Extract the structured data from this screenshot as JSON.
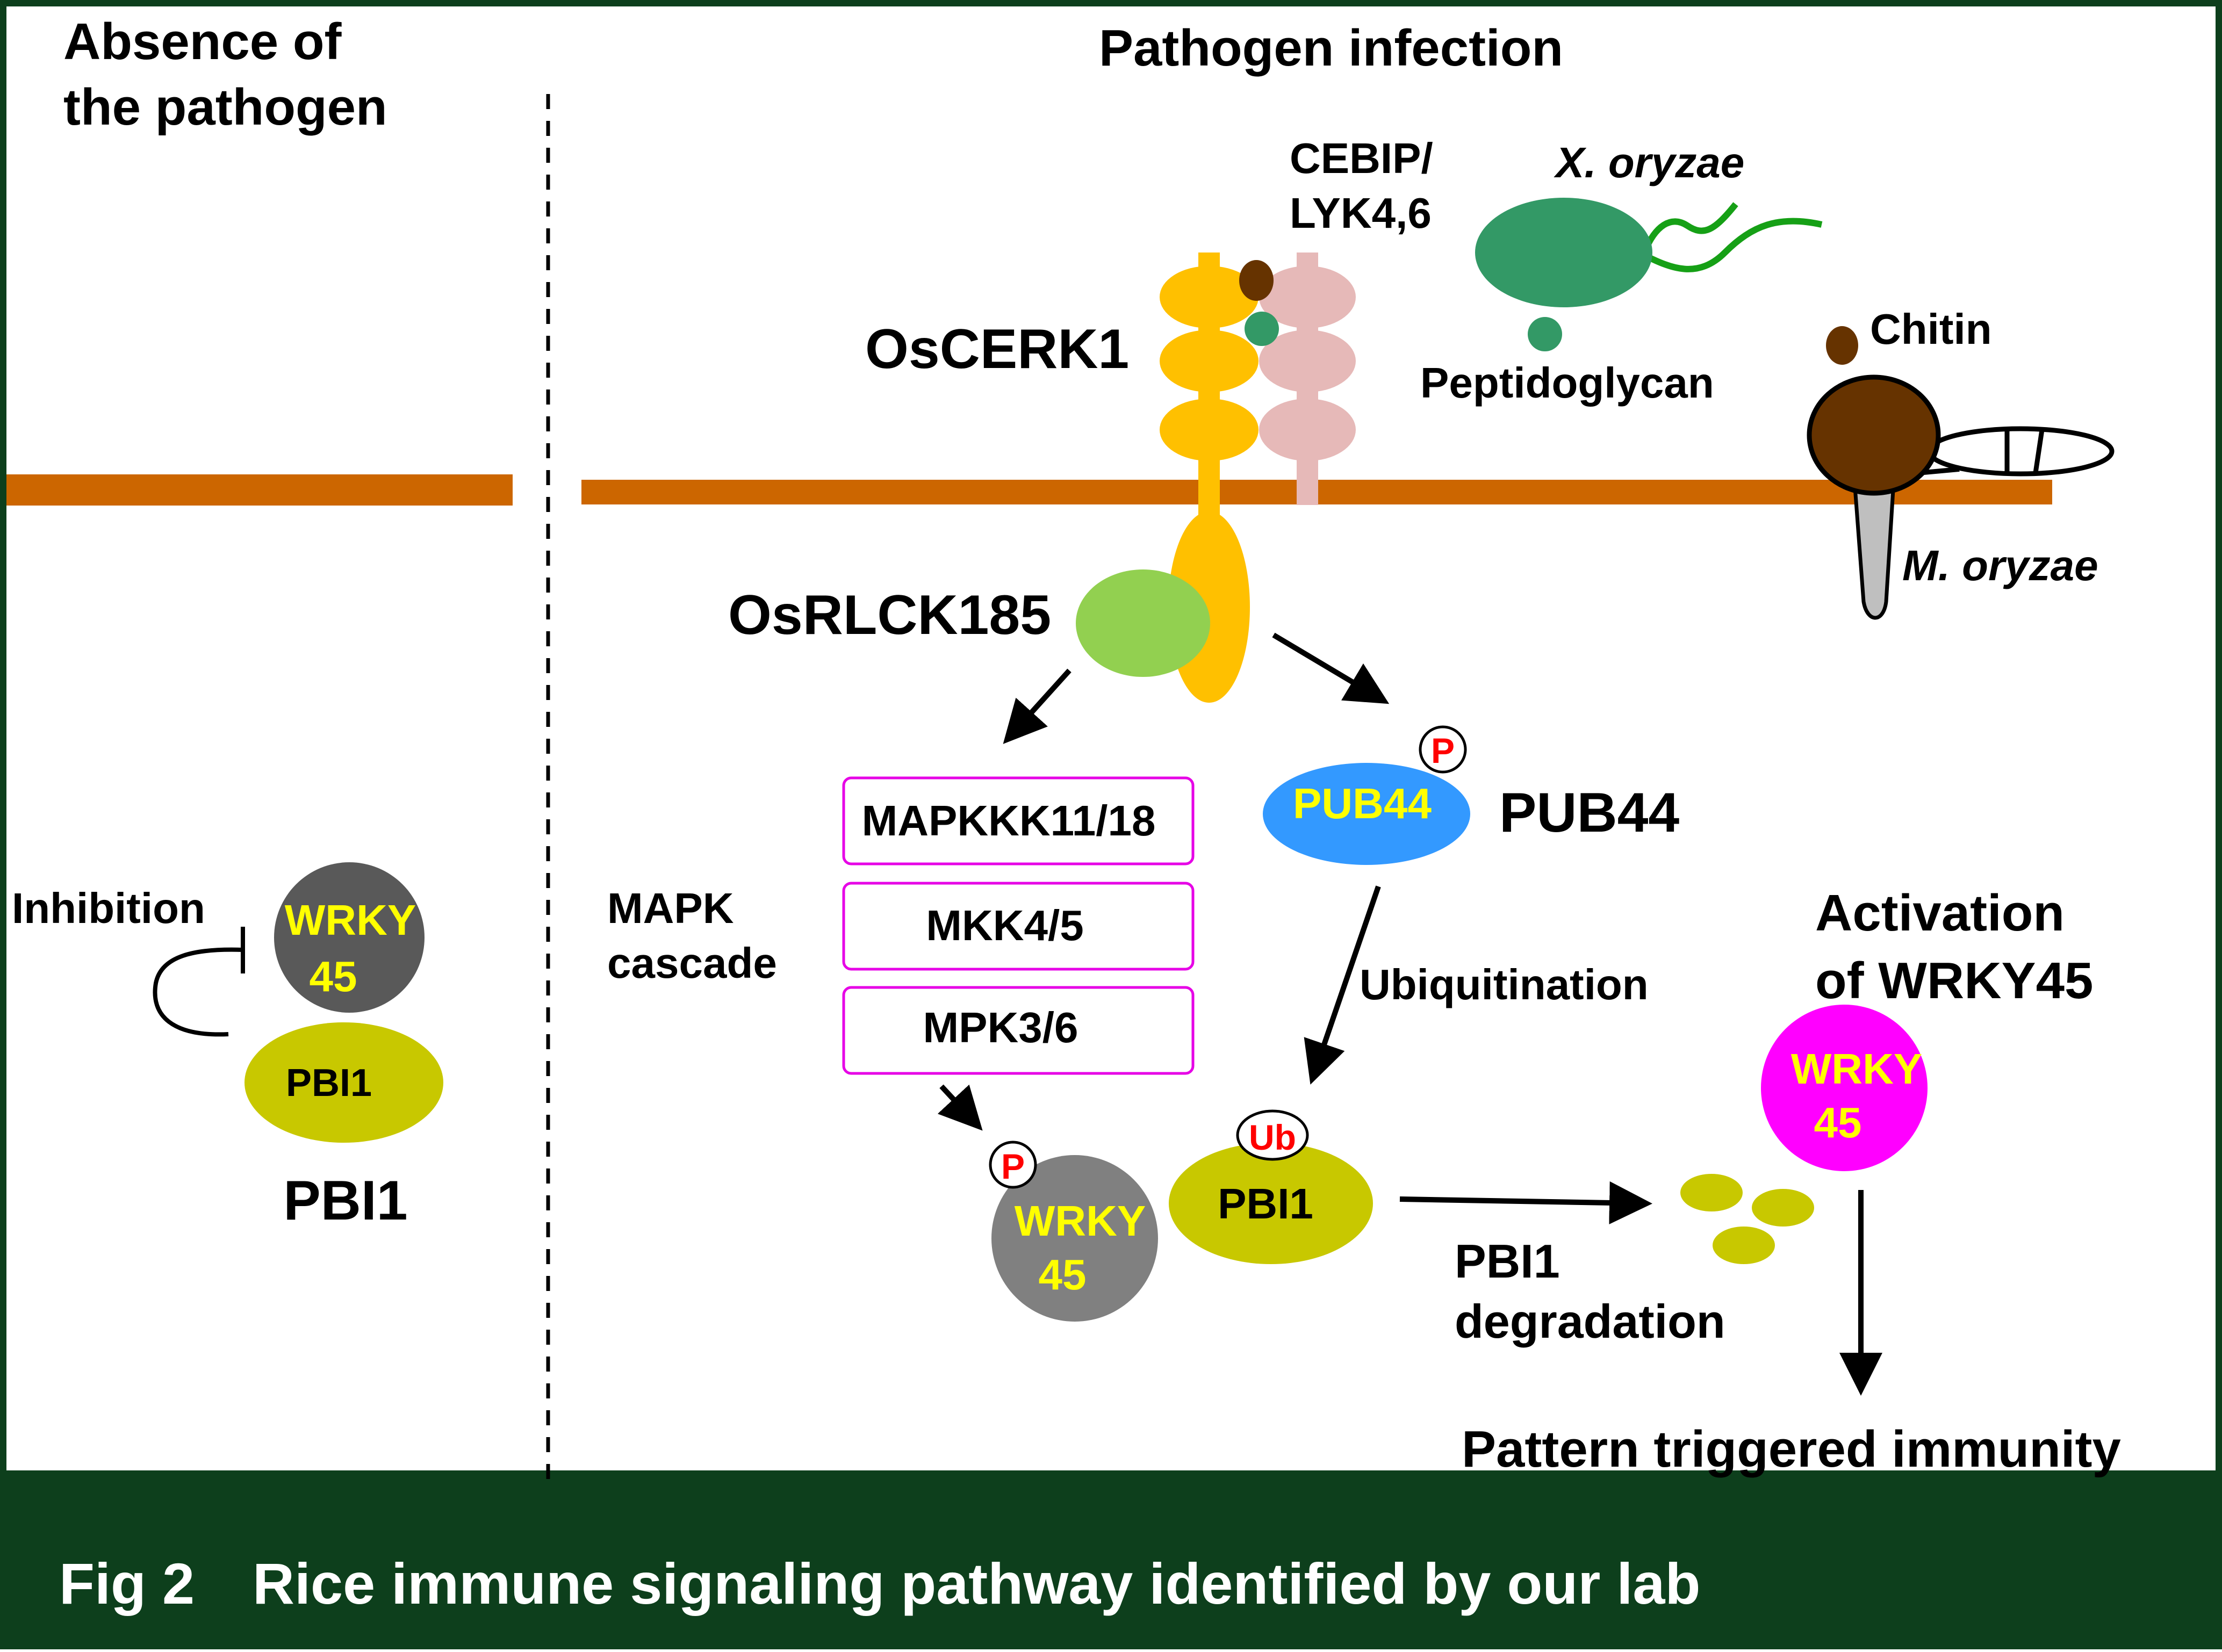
{
  "colors": {
    "frame_green": "#0d3f1c",
    "membrane": "#cc6600",
    "oscerk1": "#ffc000",
    "cebip": "#e6b9b8",
    "rlck": "#92d050",
    "pub44": "#3399ff",
    "pbi1": "#c8c800",
    "wrky_inactive": "#595959",
    "wrky_phospho": "#808080",
    "wrky_active": "#ff00ff",
    "pathogen_green": "#339966",
    "flagella": "#16a016",
    "chitin": "#663300",
    "mapk_box": "#e600e6",
    "label_yellow": "#ffff00",
    "tag_red": "#ff0000"
  },
  "left": {
    "title_line1": "Absence of",
    "title_line2": "the pathogen",
    "inhibition": "Inhibition",
    "wrky_line1": "WRKY",
    "wrky_line2": "45",
    "pbi1_inner": "PBI1",
    "pbi1_label": "PBI1"
  },
  "right": {
    "title": "Pathogen infection",
    "cebip_line1": "CEBIP/",
    "cebip_line2": "LYK4,6",
    "x_oryzae": "X. oryzae",
    "peptidoglycan": "Peptidoglycan",
    "chitin": "Chitin",
    "m_oryzae": "M. oryzae",
    "oscerk1": "OsCERK1",
    "osrlck185": "OsRLCK185",
    "mapk_line1": "MAPK",
    "mapk_line2": "cascade",
    "mapk_boxes": [
      "MAPKKK11/18",
      "MKK4/5",
      "MPK3/6"
    ],
    "p_tag": "P",
    "pub44_inner": "PUB44",
    "pub44_label": "PUB44",
    "ubiquitination": "Ubiquitination",
    "ub_tag": "Ub",
    "pbi1_inner": "PBI1",
    "wrky_line1": "WRKY",
    "wrky_line2": "45",
    "degradation_line1": "PBI1",
    "degradation_line2": "degradation",
    "activation_line1": "Activation",
    "activation_line2": "of WRKY45",
    "active_wrky_line1": "WRKY",
    "active_wrky_line2": "45",
    "pti": "Pattern triggered immunity"
  },
  "caption": "Fig 2　Rice immune signaling pathway identified by our lab",
  "icons": {
    "arrow": "arrowhead-icon",
    "inhibition": "t-bar-icon",
    "chitin": "chitin-particle-icon",
    "peptidoglycan": "peptidoglycan-particle-icon",
    "fungus": "fungus-spore-icon",
    "bacterium": "bacterium-icon"
  }
}
